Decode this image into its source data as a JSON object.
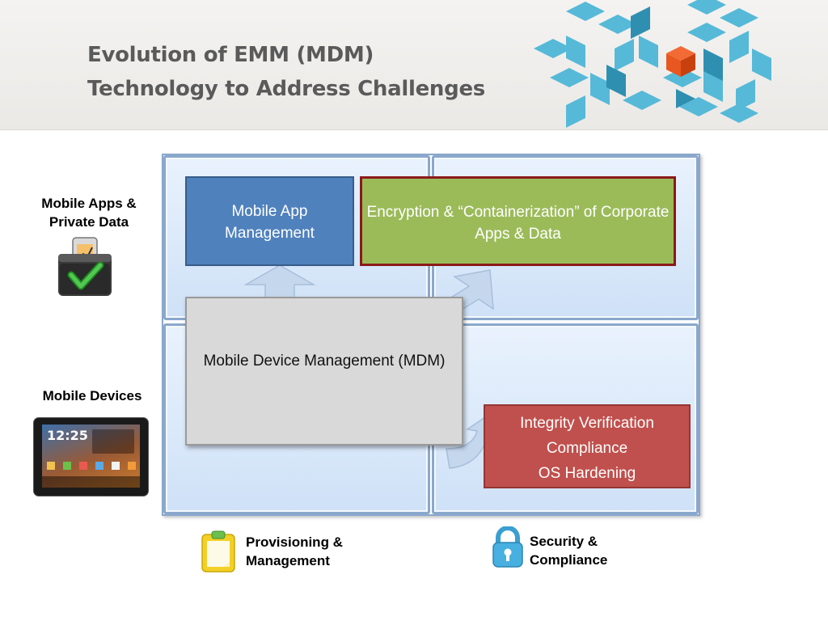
{
  "header": {
    "title_line1": "Evolution of EMM (MDM)",
    "title_line2": "Technology to Address Challenges"
  },
  "row_labels": {
    "apps_data": "Mobile Apps & Private Data",
    "devices": "Mobile Devices"
  },
  "boxes": {
    "mam": "Mobile App Management",
    "encryption": "Encryption & “Containerization” of Corporate Apps & Data",
    "mdm": "Mobile Device Management (MDM)",
    "integrity": [
      "Integrity Verification",
      "Compliance",
      "OS Hardening"
    ]
  },
  "column_labels": {
    "provisioning": "Provisioning & Management",
    "security": "Security & Compliance"
  },
  "icons": {
    "apps": "briefcase-check-icon",
    "devices": "tablet-icon",
    "provisioning": "clipboard-icon",
    "security": "padlock-icon",
    "logo": "cube-pattern-logo"
  },
  "device_screen": {
    "clock": "12:25"
  },
  "colors": {
    "mam": "#4f81bd",
    "encryption": "#9bbb59",
    "encryption_border": "#8b1a1a",
    "mdm": "#d9d9d9",
    "integrity": "#c0504d",
    "grid_border": "#8aa8cc",
    "logo_blue": "#56b9d8",
    "logo_orange": "#e8571f"
  }
}
